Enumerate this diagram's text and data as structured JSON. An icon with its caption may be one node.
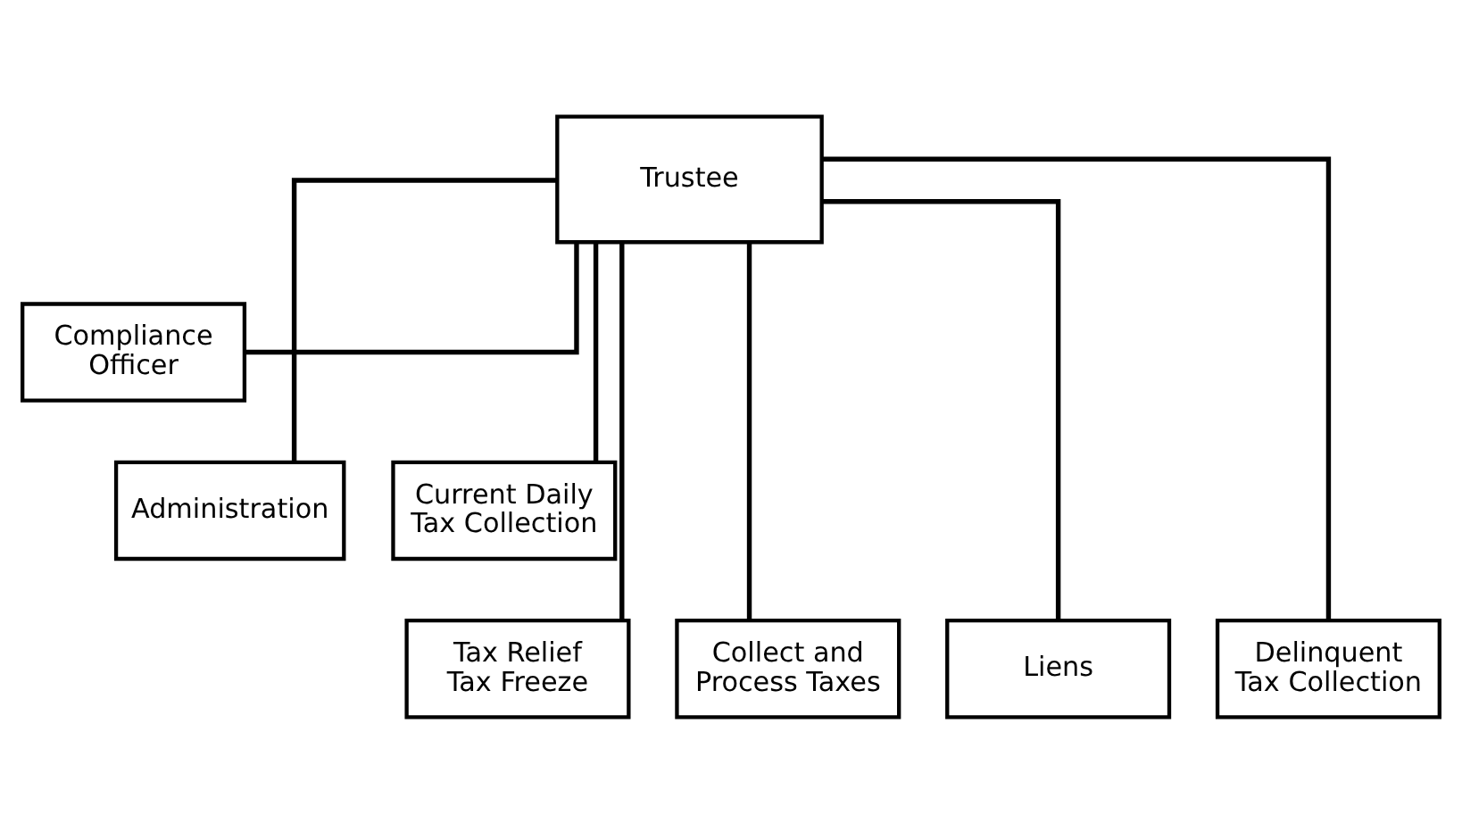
{
  "diagram": {
    "nodes": [
      {
        "text": [
          "Trustee"
        ]
      },
      {
        "text": [
          "Compliance Officer"
        ]
      },
      {
        "text": [
          "Administration"
        ]
      },
      {
        "text": [
          "Current Daily Tax Collection"
        ]
      },
      {
        "text": [
          "Tax Relief Tax Freeze"
        ]
      },
      {
        "text": [
          "Collect and Process Taxes"
        ]
      },
      {
        "text": [
          "Liens"
        ]
      },
      {
        "text": [
          "Delinquent Tax Collection"
        ]
      }
    ],
    "edges": [
      {
        "from": 0,
        "to": 1,
        "arrow": "none"
      },
      {
        "from": 0,
        "to": 2,
        "arrow": "none"
      },
      {
        "from": 0,
        "to": 3,
        "arrow": "none"
      },
      {
        "from": 0,
        "to": 4,
        "arrow": "none"
      },
      {
        "from": 0,
        "to": 5,
        "arrow": "none"
      },
      {
        "from": 0,
        "to": 6,
        "arrow": "none"
      },
      {
        "from": 0,
        "to": 7,
        "arrow": "none"
      }
    ]
  }
}
